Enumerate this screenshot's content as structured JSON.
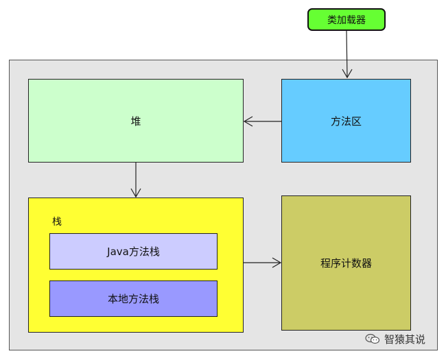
{
  "diagram": {
    "class_loader": "类加载器",
    "heap": "堆",
    "method_area": "方法区",
    "stack": {
      "title": "栈",
      "java_stack": "Java方法栈",
      "native_stack": "本地方法栈"
    },
    "program_counter": "程序计数器"
  },
  "watermark": {
    "text": "智猿其说",
    "icon": "wechat-chat-bubbles-icon"
  },
  "colors": {
    "class_loader_fill": "#66ff33",
    "runtime_area_fill": "#e5e5e5",
    "heap_fill": "#ccffcc",
    "method_area_fill": "#66ccff",
    "stack_fill": "#ffff33",
    "java_stack_fill": "#ccccff",
    "native_stack_fill": "#9999ff",
    "program_counter_fill": "#cccc66"
  }
}
